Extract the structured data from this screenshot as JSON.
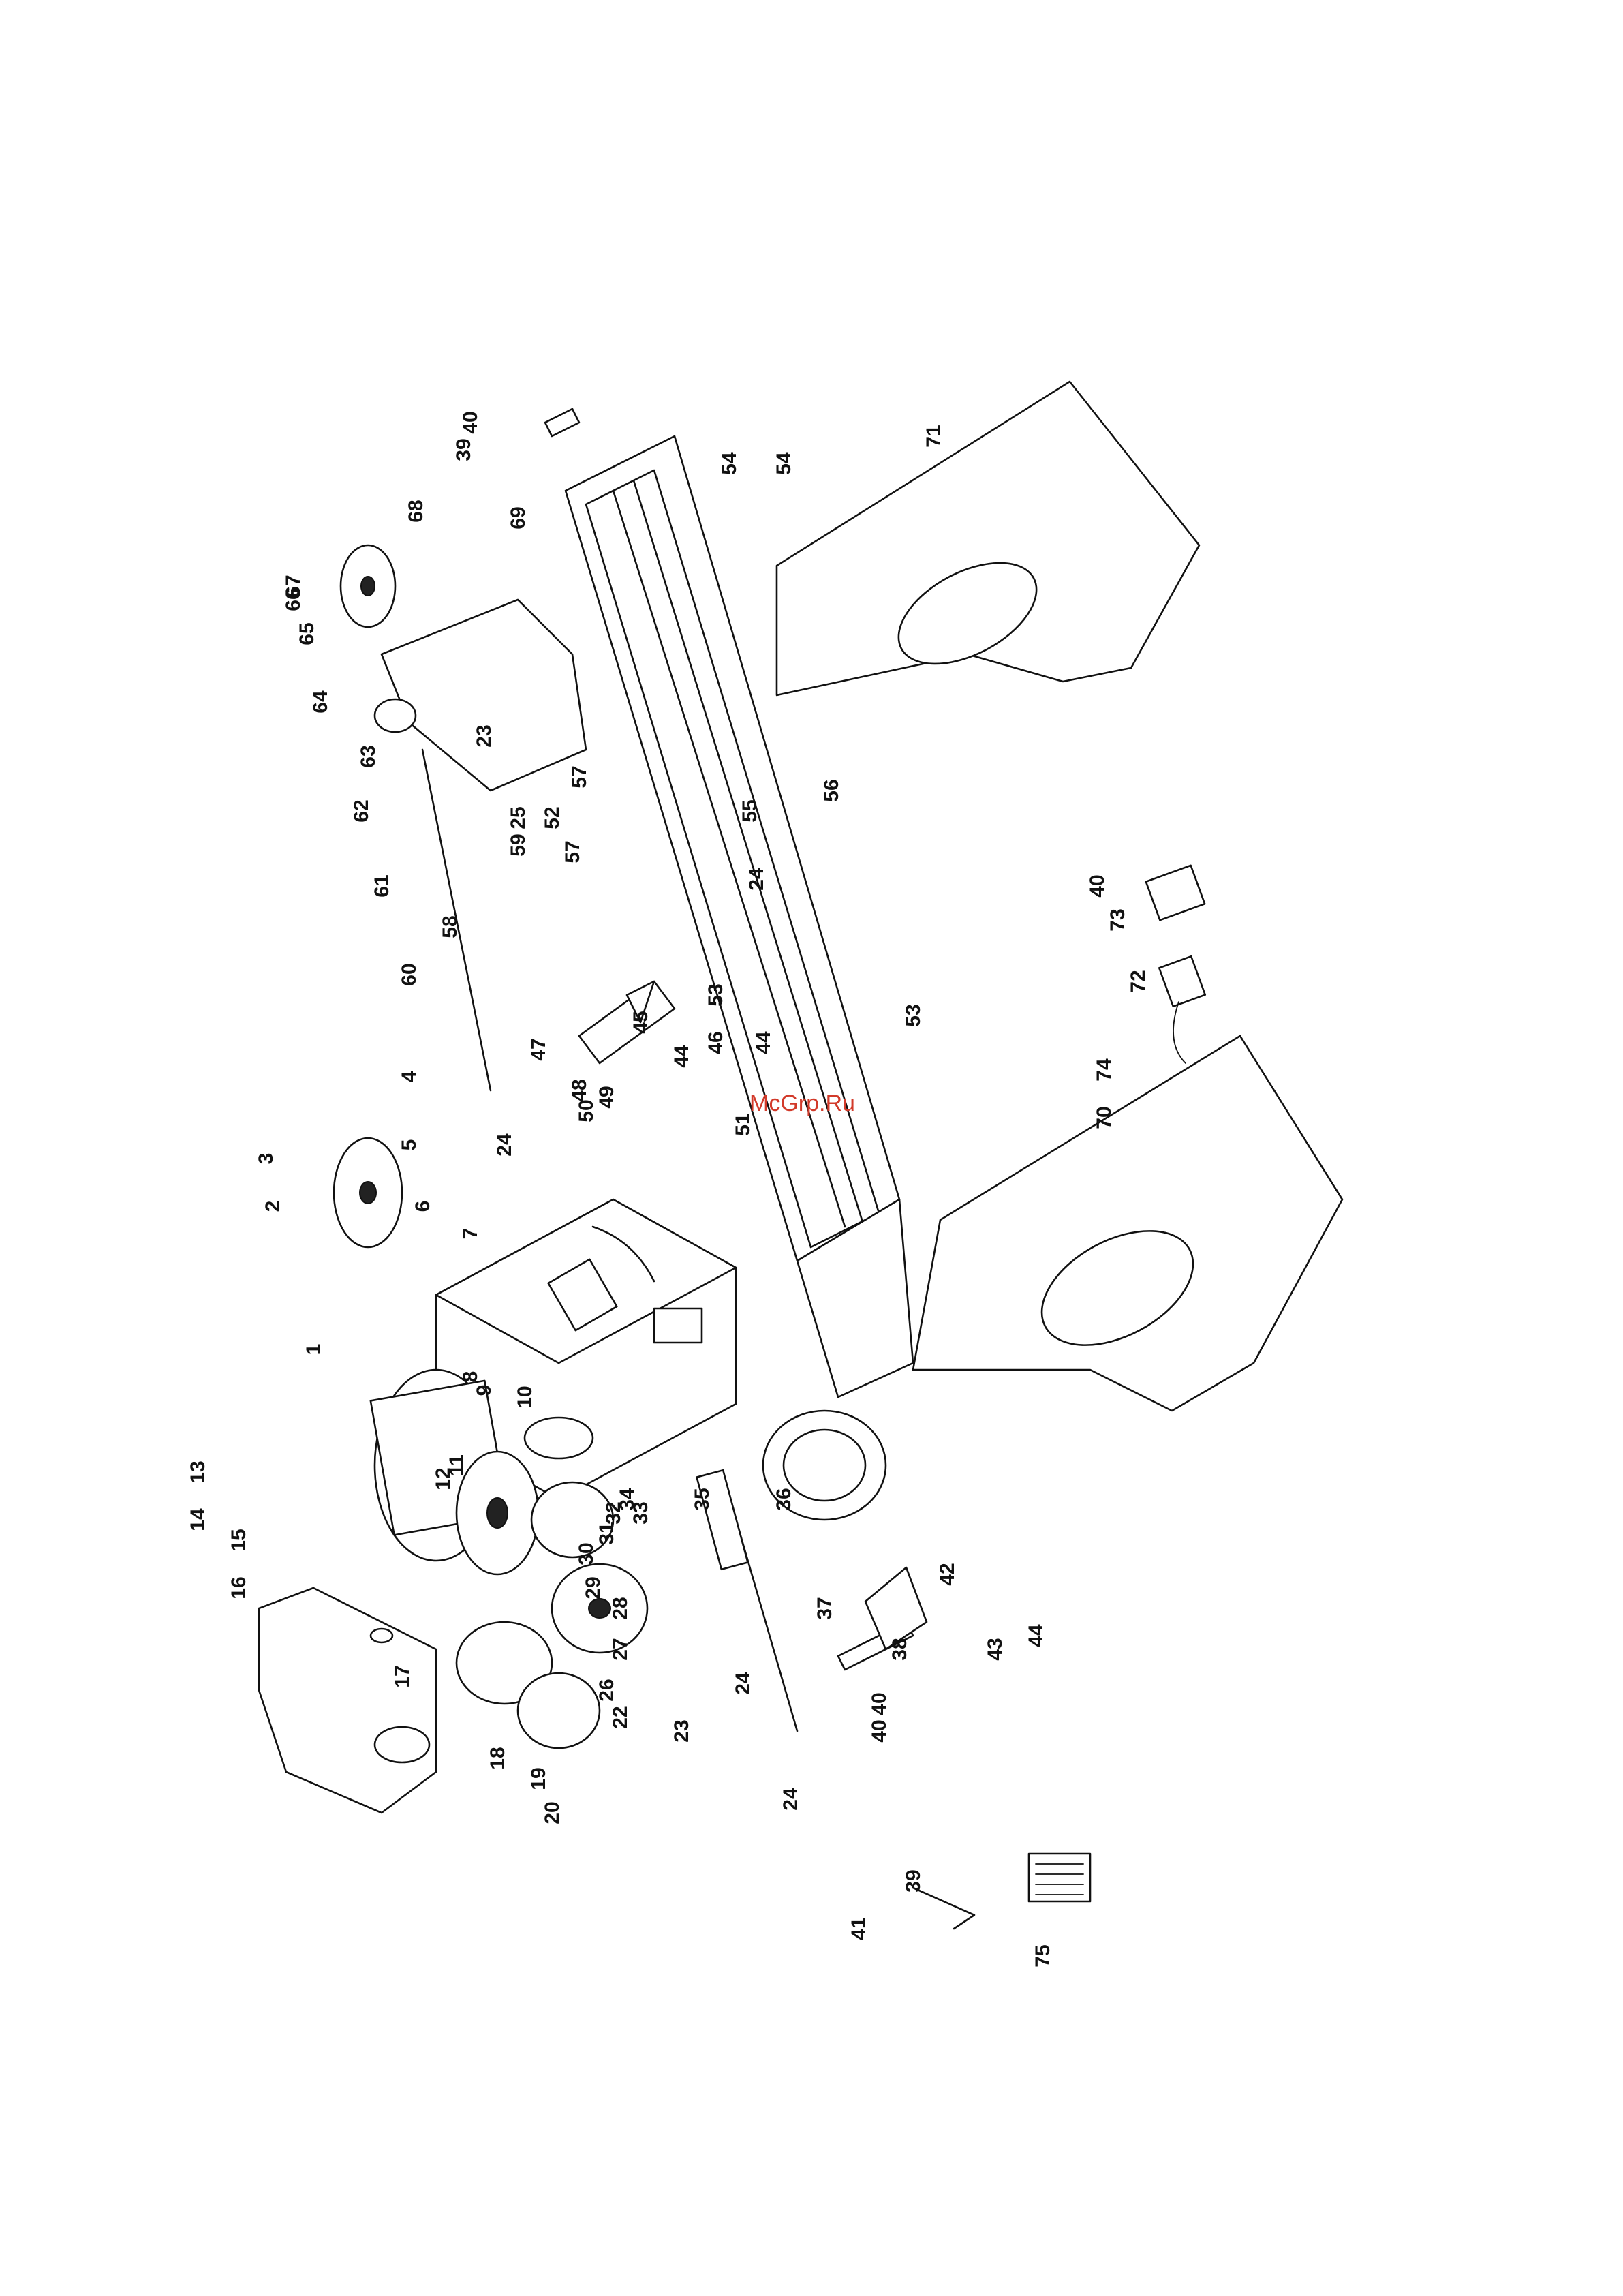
{
  "watermark": "McGrp.Ru",
  "part_labels": [
    "1",
    "2",
    "3",
    "4",
    "5",
    "6",
    "7",
    "8",
    "9",
    "10",
    "11",
    "12",
    "13",
    "14",
    "15",
    "16",
    "17",
    "18",
    "19",
    "20",
    "22",
    "23",
    "24",
    "25",
    "26",
    "27",
    "28",
    "29",
    "30",
    "31",
    "32",
    "33",
    "34",
    "35",
    "36",
    "37",
    "38",
    "39",
    "40",
    "41",
    "42",
    "43",
    "44",
    "45",
    "46",
    "47",
    "48",
    "49",
    "50",
    "51",
    "52",
    "53",
    "54",
    "55",
    "56",
    "57",
    "58",
    "59",
    "60",
    "61",
    "62",
    "63",
    "64",
    "65",
    "66",
    "67",
    "68",
    "69",
    "70",
    "71",
    "72",
    "73",
    "74",
    "75"
  ],
  "label_list": [
    "1",
    "2",
    "3",
    "4",
    "5",
    "6",
    "7",
    "8",
    "9",
    "10",
    "11",
    "12",
    "13",
    "14",
    "15",
    "16",
    "17",
    "18",
    "19",
    "20",
    "22",
    "23",
    "23",
    "24",
    "24",
    "24",
    "24",
    "25",
    "26",
    "27",
    "28",
    "29",
    "30",
    "31",
    "32",
    "33",
    "34",
    "35",
    "36",
    "37",
    "38",
    "39",
    "39",
    "40",
    "40",
    "40",
    "40",
    "41",
    "42",
    "43",
    "44",
    "44",
    "44",
    "45",
    "46",
    "47",
    "48",
    "49",
    "50",
    "51",
    "52",
    "53",
    "53",
    "54",
    "54",
    "55",
    "56",
    "57",
    "57",
    "58",
    "59",
    "60",
    "61",
    "62",
    "63",
    "64",
    "65",
    "66",
    "67",
    "68",
    "69",
    "70",
    "71",
    "72",
    "73",
    "74",
    "75"
  ]
}
